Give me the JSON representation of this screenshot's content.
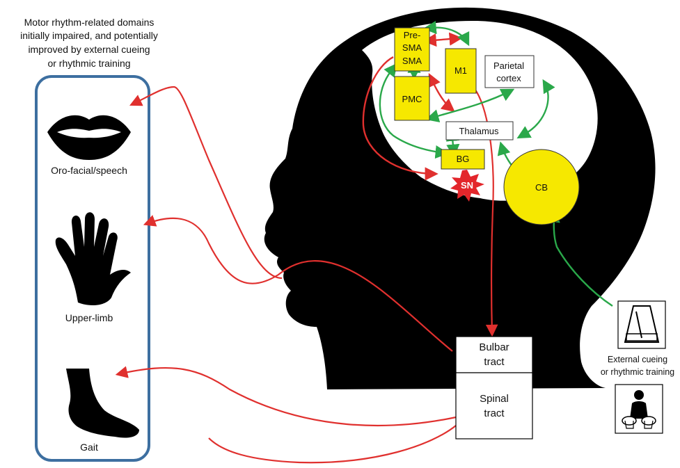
{
  "header": {
    "lines": [
      "Motor rhythm-related domains",
      "initially impaired, and potentially",
      "improved by external cueing",
      "or rhythmic training"
    ]
  },
  "domains": {
    "orofacial": "Oro-facial/speech",
    "upperlimb": "Upper-limb",
    "gait": "Gait"
  },
  "brain": {
    "presma": [
      "Pre-",
      "SMA",
      "SMA"
    ],
    "pmc": "PMC",
    "m1": "M1",
    "parietal": [
      "Parietal",
      "cortex"
    ],
    "thalamus": "Thalamus",
    "bg": "BG",
    "sn": "SN",
    "cb": "CB"
  },
  "tracts": {
    "bulbar": [
      "Bulbar",
      "tract"
    ],
    "spinal": [
      "Spinal",
      "tract"
    ]
  },
  "cueing": [
    "External cueing",
    "or rhythmic training"
  ],
  "icons": {
    "metronome": "metronome-icon",
    "drummer": "drummer-icon"
  },
  "colors": {
    "impaired_arrow": "#e0302e",
    "improved_arrow": "#2aa84a",
    "box_highlight": "#f6e800",
    "panel_border": "#3d6fa0",
    "silhouette": "#000000"
  }
}
